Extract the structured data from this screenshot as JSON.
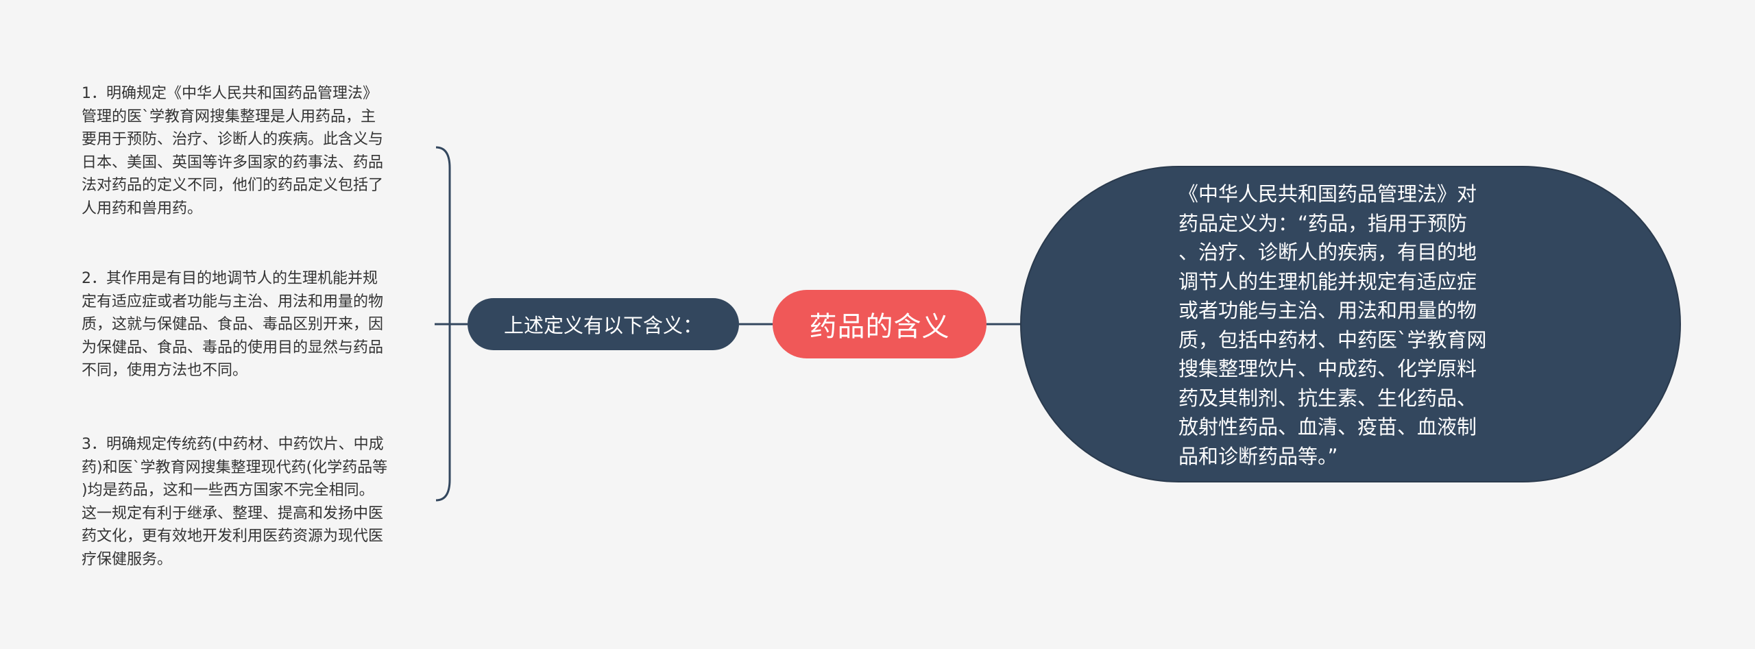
{
  "colors": {
    "background": "#f5f5f5",
    "central_fill": "#f05858",
    "node_fill": "#33475e",
    "connector": "#33475e",
    "leaf_text": "#333333"
  },
  "central": {
    "label": "药品的含义"
  },
  "left_branch": {
    "label": "上述定义有以下含义：",
    "leaves": [
      {
        "text": "1．明确规定《中华人民共和国药品管理法》\n管理的医`学教育网搜集整理是人用药品，主\n要用于预防、治疗、诊断人的疾病。此含义与\n日本、美国、英国等许多国家的药事法、药品\n法对药品的定义不同，他们的药品定义包括了\n人用药和兽用药。"
      },
      {
        "text": "2．其作用是有目的地调节人的生理机能并规\n定有适应症或者功能与主治、用法和用量的物\n质，这就与保健品、食品、毒品区别开来，因\n为保健品、食品、毒品的使用目的显然与药品\n不同，使用方法也不同。"
      },
      {
        "text": "3．明确规定传统药(中药材、中药饮片、中成\n药)和医`学教育网搜集整理现代药(化学药品等\n)均是药品，这和一些西方国家不完全相同。\n这一规定有利于继承、整理、提高和发扬中医\n药文化，更有效地开发利用医药资源为现代医\n疗保健服务。"
      }
    ]
  },
  "right_branch": {
    "text": "《中华人民共和国药品管理法》对\n药品定义为：“药品，指用于预防\n、治疗、诊断人的疾病，有目的地\n调节人的生理机能并规定有适应症\n或者功能与主治、用法和用量的物\n质，包括中药材、中药医`学教育网\n搜集整理饮片、中成药、化学原料\n药及其制剂、抗生素、生化药品、\n放射性药品、血清、疫苗、血液制\n品和诊断药品等。”"
  }
}
